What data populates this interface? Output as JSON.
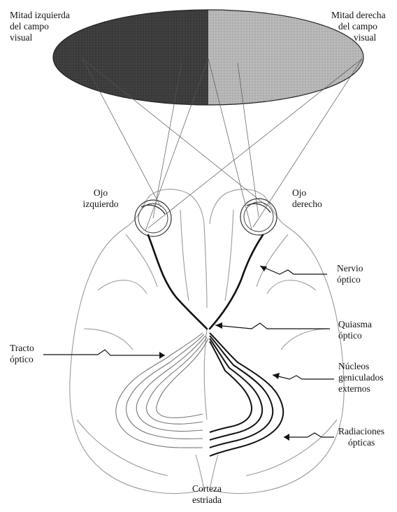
{
  "visual_field": {
    "left_half": [
      "Mitad izquierda",
      "del campo",
      "visual"
    ],
    "right_half": [
      "Mitad derecha",
      "del campo",
      "visual"
    ],
    "colors": {
      "left": "#3d3d3d",
      "right": "#b8b8b8"
    }
  },
  "eyes": {
    "left": [
      "Ojo",
      "izquierdo"
    ],
    "right": [
      "Ojo",
      "derecho"
    ]
  },
  "structures": {
    "optic_nerve": [
      "Nervio",
      "óptico"
    ],
    "optic_chiasm": [
      "Quiasma",
      "óptico"
    ],
    "optic_tract": [
      "Tracto",
      "óptico"
    ],
    "lateral_geniculate": [
      "Núcleos",
      "geniculados",
      "externos"
    ],
    "optic_radiations": [
      "Radiaciones",
      "ópticas"
    ],
    "striate_cortex": [
      "Corteza",
      "estriada"
    ]
  }
}
